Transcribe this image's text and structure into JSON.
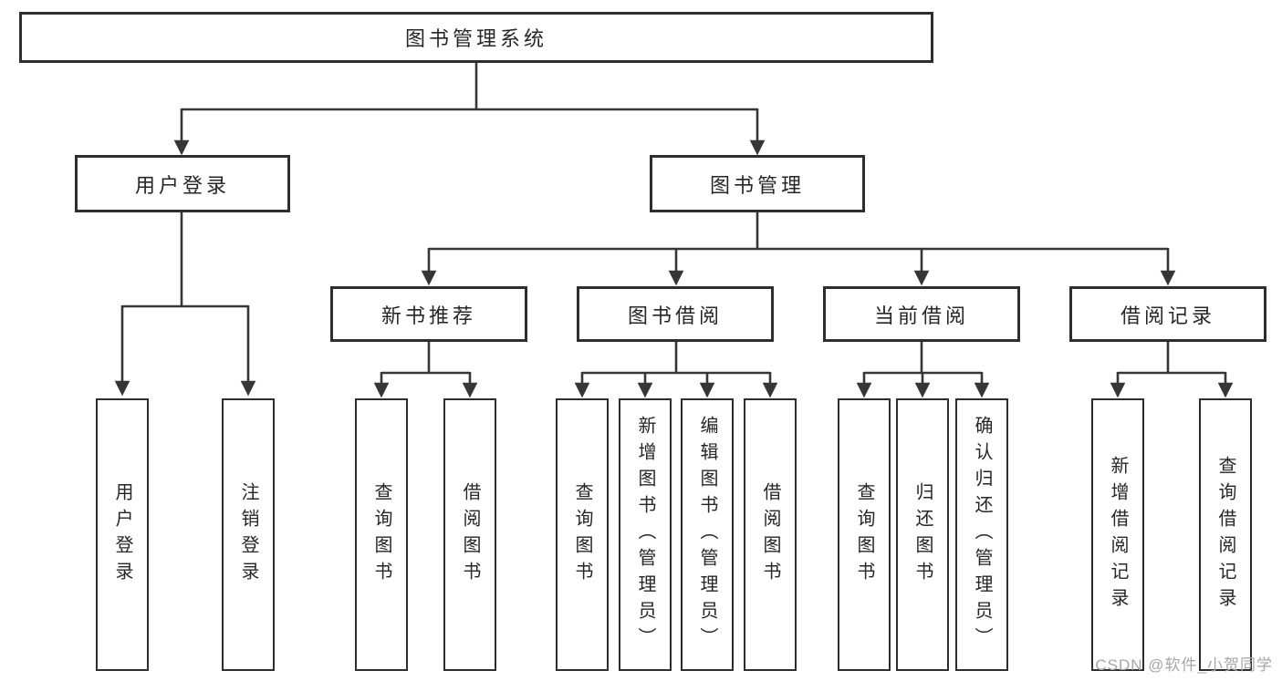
{
  "diagram": {
    "root": {
      "label": "图书管理系统"
    },
    "branches": [
      {
        "label": "用户登录",
        "children": [
          {
            "label": "用户登录"
          },
          {
            "label": "注销登录"
          }
        ]
      },
      {
        "label": "图书管理",
        "children": [
          {
            "label": "新书推荐",
            "children": [
              {
                "label": "查询图书"
              },
              {
                "label": "借阅图书"
              }
            ]
          },
          {
            "label": "图书借阅",
            "children": [
              {
                "label": "查询图书"
              },
              {
                "label": "新增图书（管理员）"
              },
              {
                "label": "编辑图书（管理员）"
              },
              {
                "label": "借阅图书"
              }
            ]
          },
          {
            "label": "当前借阅",
            "children": [
              {
                "label": "查询图书"
              },
              {
                "label": "归还图书"
              },
              {
                "label": "确认归还（管理员）"
              }
            ]
          },
          {
            "label": "借阅记录",
            "children": [
              {
                "label": "新增借阅记录"
              },
              {
                "label": "查询借阅记录"
              }
            ]
          }
        ]
      }
    ]
  },
  "colors": {
    "line": "#363636",
    "border": "#2e2e2e",
    "text": "#262626",
    "watermark": "#a6a6a6"
  },
  "watermark": {
    "text": "CSDN @软件_小贺同学"
  }
}
